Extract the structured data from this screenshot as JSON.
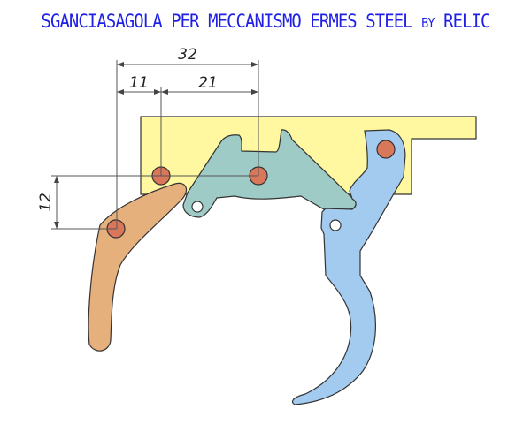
{
  "title": {
    "main": "SGANCIASAGOLA PER MECCANISMO ERMES STEEL",
    "by": "BY",
    "author": "RELIC"
  },
  "dimensions": {
    "total": "32",
    "left": "11",
    "right": "21",
    "vertical": "12"
  },
  "colors": {
    "title": "#1f1fe6",
    "housing": "#fff8a0",
    "sear": "#9ecbc6",
    "lever": "#e6b07c",
    "trigger": "#a3cbf0",
    "pin": "#d9775a"
  }
}
